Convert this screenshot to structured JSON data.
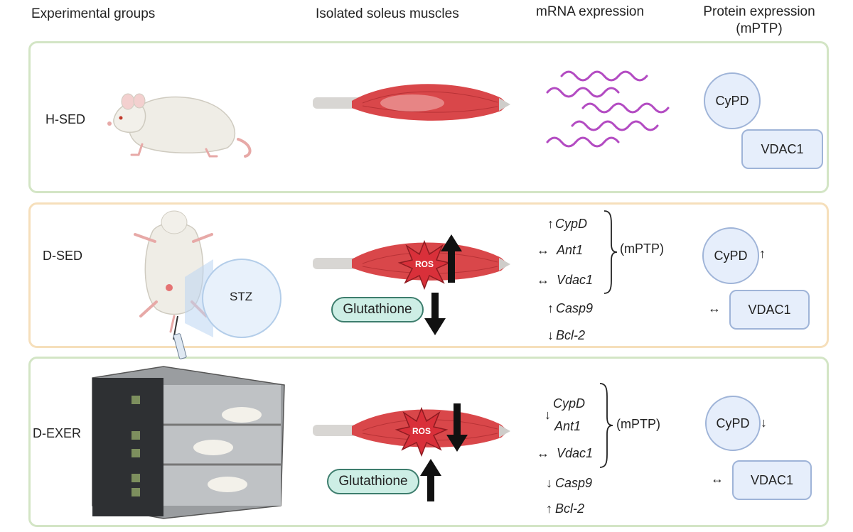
{
  "headers": {
    "experimental_groups": "Experimental groups",
    "isolated_soleus": "Isolated soleus muscles",
    "mrna_expression": "mRNA expression",
    "protein_expression_line1": "Protein expression",
    "protein_expression_line2": "(mPTP)"
  },
  "rows": {
    "hsed": {
      "label": "H-SED",
      "protein": {
        "cypd": "CyPD",
        "vdac1": "VDAC1"
      }
    },
    "dsed": {
      "label": "D-SED",
      "stz": "STZ",
      "ros": "ROS",
      "glutathione": "Glutathione",
      "genes": {
        "cypd": "CypD",
        "ant1": "Ant1",
        "vdac1": "Vdac1",
        "casp9": "Casp9",
        "bcl2": "Bcl-2"
      },
      "mptp": "(mPTP)",
      "protein": {
        "cypd": "CyPD",
        "vdac1": "VDAC1"
      }
    },
    "dexer": {
      "label": "D-EXER",
      "ros": "ROS",
      "glutathione": "Glutathione",
      "genes": {
        "cypd": "CypD",
        "ant1": "Ant1",
        "vdac1": "Vdac1",
        "casp9": "Casp9",
        "bcl2": "Bcl-2"
      },
      "mptp": "(mPTP)",
      "protein": {
        "cypd": "CyPD",
        "vdac1": "VDAC1"
      }
    }
  },
  "glyphs": {
    "up": "↑",
    "down": "↓",
    "both": "↔"
  },
  "colors": {
    "panel_green": "#d3e5c5",
    "panel_orange": "#f6dfbb",
    "muscle_red": "#d9474a",
    "mrna_purple": "#b34bc2",
    "protein_fill": "#e6eefb",
    "glutathione_fill": "#cdeee5"
  },
  "icons": [
    "rat-icon",
    "muscle-icon",
    "mrna-icon",
    "injection-icon",
    "treadmill-icon",
    "ros-burst-icon",
    "arrow-up-icon",
    "arrow-down-icon"
  ]
}
